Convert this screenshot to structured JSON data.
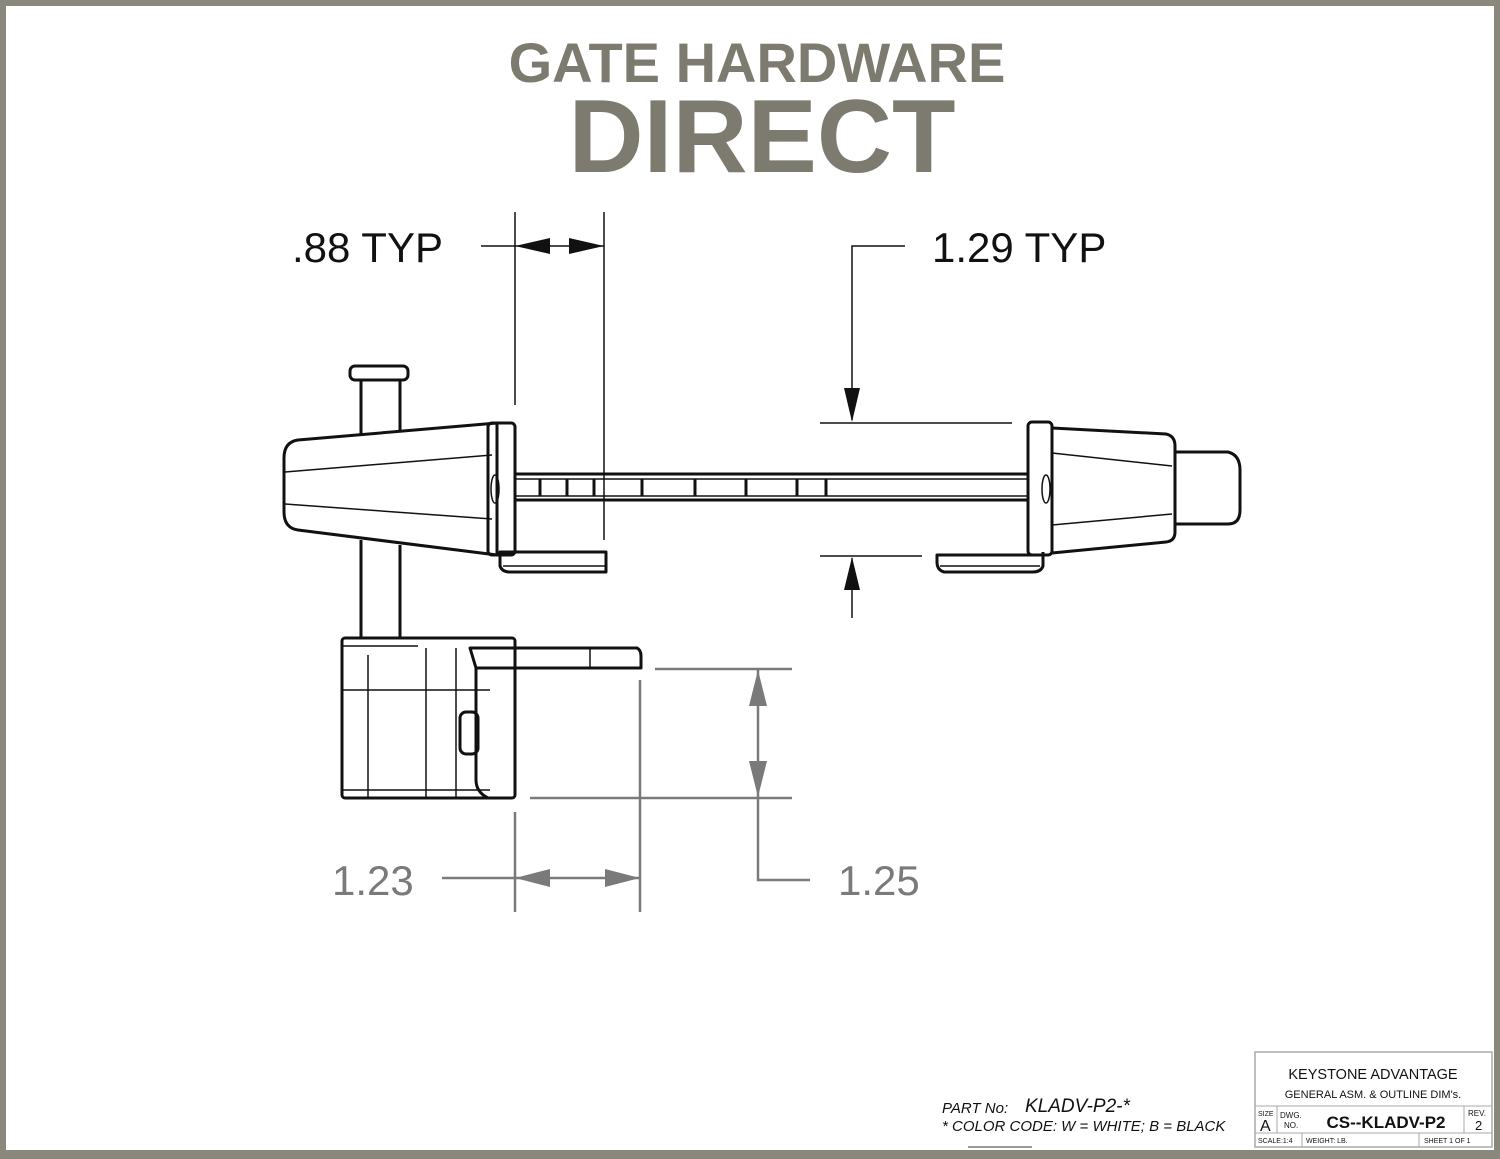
{
  "logo": {
    "line1": "GATE HARDWARE",
    "line2": "DIRECT",
    "color": "#7d7b70"
  },
  "dimensions": {
    "flange_spacing": ".88 TYP",
    "jaw_gap": "1.29 TYP",
    "catch_width": "1.23",
    "catch_height": "1.25"
  },
  "part_info": {
    "part_no_label": "PART No:",
    "part_no": "KLADV-P2-*",
    "color_code": "* COLOR CODE:  W = WHITE;  B = BLACK"
  },
  "title_block": {
    "company": "KEYSTONE ADVANTAGE",
    "description": "GENERAL ASM. & OUTLINE DIM's.",
    "size_label": "SIZE",
    "size": "A",
    "dwg_label_1": "DWG.",
    "dwg_label_2": "NO.",
    "dwg_no": "CS--KLADV-P2",
    "rev_label": "REV.",
    "rev": "2",
    "scale": "SCALE:1:4",
    "weight": "WEIGHT:  LB.",
    "sheet": "SHEET 1 OF 1"
  },
  "colors": {
    "frame": "#8a887c",
    "dimension_grey": "#7a7a7a",
    "line": "#111111"
  }
}
